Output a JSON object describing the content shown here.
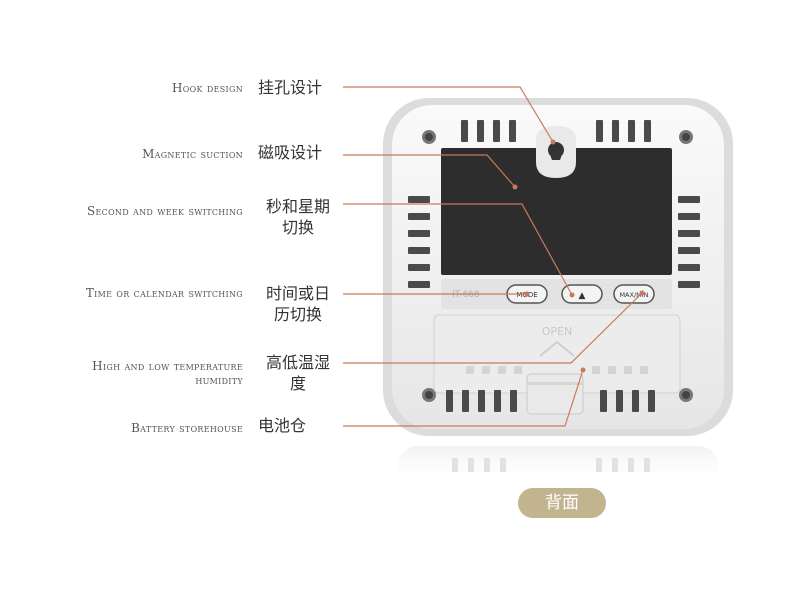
{
  "features": [
    {
      "en": "Hook design",
      "zh": "挂孔设计"
    },
    {
      "en": "Magnetic suction",
      "zh": "磁吸设计"
    },
    {
      "en": "Second and week switching",
      "zh_line1": "秒和星期",
      "zh_line2": "切换"
    },
    {
      "en": "Time or calendar switching",
      "zh_line1": "时间或日",
      "zh_line2": "历切换"
    },
    {
      "en_line1": "High and low temperature",
      "en_line2": "humidity",
      "zh_line1": "高低温湿",
      "zh_line2": "度"
    },
    {
      "en": "Battery storehouse",
      "zh": "电池仓"
    }
  ],
  "device": {
    "buttons": [
      "MODE",
      "▲",
      "MAX/MIN"
    ],
    "battery_cover_text": "OPEN"
  },
  "badge": "背面",
  "colors": {
    "leader_line": "#c87a5c",
    "badge_bg": "#c2b48f",
    "magnet_panel": "#2d2d2d",
    "device_body": "#f1f1f1"
  }
}
